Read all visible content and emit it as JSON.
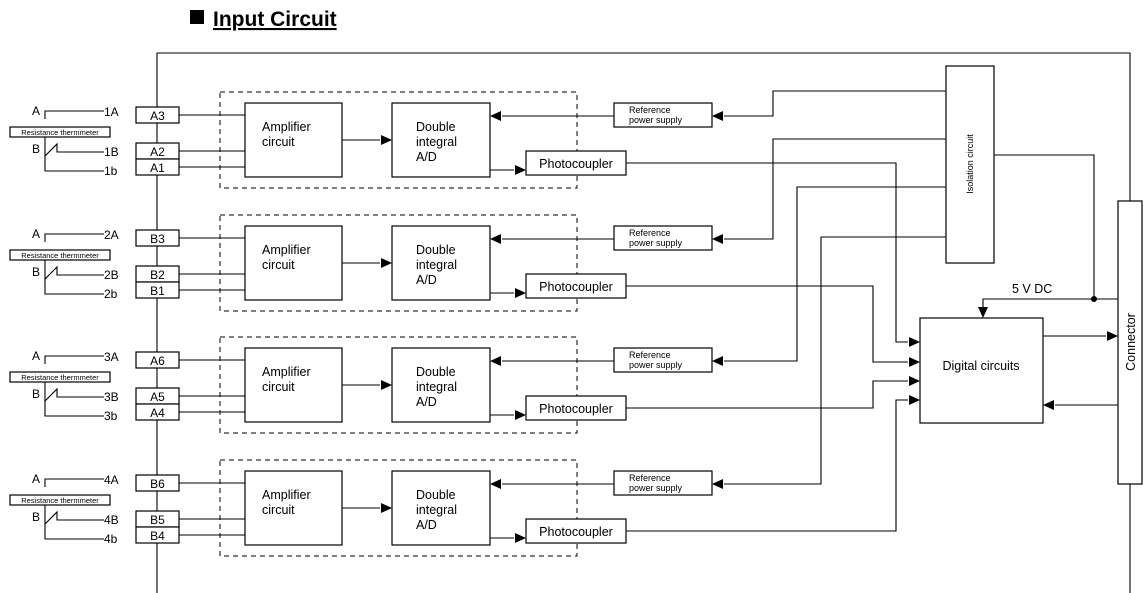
{
  "title": "Input Circuit",
  "title_marker": "■",
  "channels": [
    {
      "label_A": "A",
      "label_B": "B",
      "sensor_label": "Resistance thermmeter",
      "wire_labels": [
        "1A",
        "1B",
        "1b"
      ],
      "terminals": [
        "A3",
        "A2",
        "A1"
      ],
      "amplifier": [
        "Amplifier",
        "circuit"
      ],
      "ad": [
        "Double",
        "integral",
        "A/D"
      ],
      "photocoupler": "Photocoupler",
      "reference": [
        "Reference",
        "power supply"
      ]
    },
    {
      "label_A": "A",
      "label_B": "B",
      "sensor_label": "Resistance thermmeter",
      "wire_labels": [
        "2A",
        "2B",
        "2b"
      ],
      "terminals": [
        "B3",
        "B2",
        "B1"
      ],
      "amplifier": [
        "Amplifier",
        "circuit"
      ],
      "ad": [
        "Double",
        "integral",
        "A/D"
      ],
      "photocoupler": "Photocoupler",
      "reference": [
        "Reference",
        "power supply"
      ]
    },
    {
      "label_A": "A",
      "label_B": "B",
      "sensor_label": "Resistance thermmeter",
      "wire_labels": [
        "3A",
        "3B",
        "3b"
      ],
      "terminals": [
        "A6",
        "A5",
        "A4"
      ],
      "amplifier": [
        "Amplifier",
        "circuit"
      ],
      "ad": [
        "Double",
        "integral",
        "A/D"
      ],
      "photocoupler": "Photocoupler",
      "reference": [
        "Reference",
        "power supply"
      ]
    },
    {
      "label_A": "A",
      "label_B": "B",
      "sensor_label": "Resistance thermmeter",
      "wire_labels": [
        "4A",
        "4B",
        "4b"
      ],
      "terminals": [
        "B6",
        "B5",
        "B4"
      ],
      "amplifier": [
        "Amplifier",
        "circuit"
      ],
      "ad": [
        "Double",
        "integral",
        "A/D"
      ],
      "photocoupler": "Photocoupler",
      "reference": [
        "Reference",
        "power supply"
      ]
    }
  ],
  "isolation_label": "Isolation circuit",
  "digital_label": "Digital circuits",
  "connector_label": "Connector",
  "supply_label": "5 V DC"
}
